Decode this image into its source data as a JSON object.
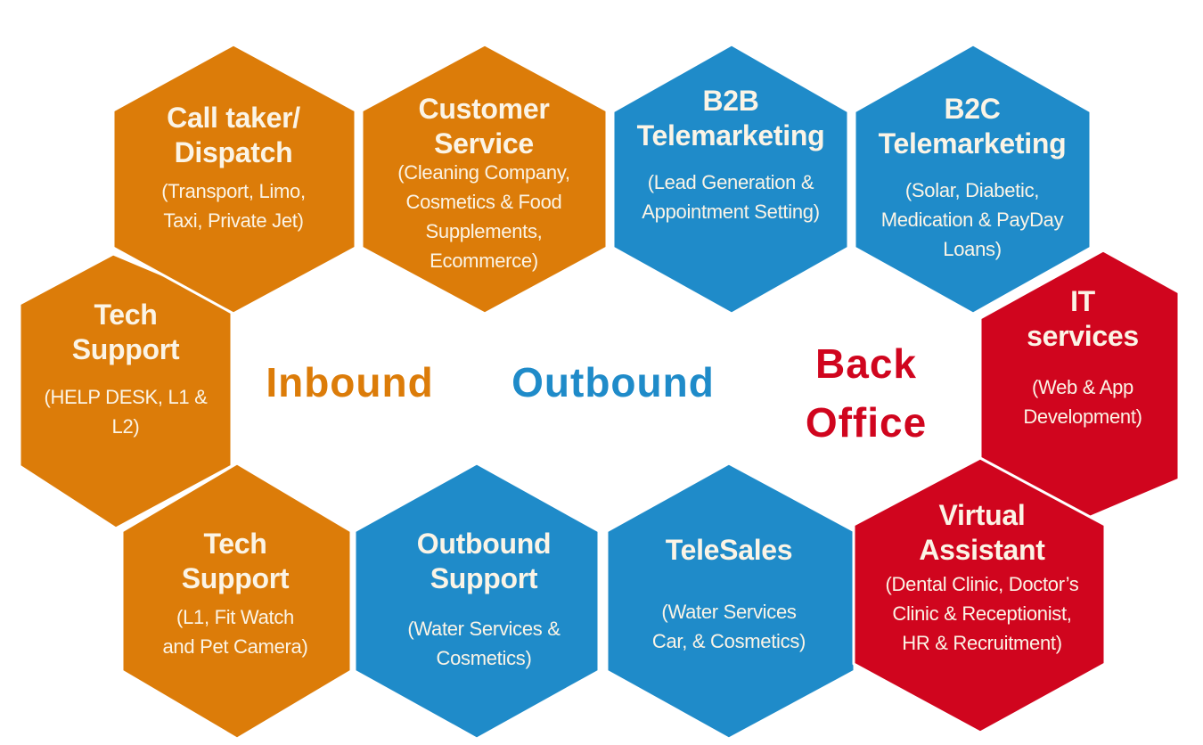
{
  "colors": {
    "inbound": "#dc7c09",
    "outbound": "#1f8bc9",
    "back_office": "#d0051e",
    "text": "#fbf4e6"
  },
  "center_labels": {
    "inbound": "Inbound",
    "outbound": "Outbound",
    "back_office_line1": "Back",
    "back_office_line2": "Office"
  },
  "hexagons": [
    {
      "category": "inbound",
      "title": [
        "Call taker/",
        "Dispatch"
      ],
      "details": [
        "(Transport, Limo,",
        "Taxi, Private Jet)"
      ]
    },
    {
      "category": "inbound",
      "title": [
        "Customer",
        "Service"
      ],
      "details": [
        "(Cleaning Company,",
        "Cosmetics & Food",
        "Supplements,",
        "Ecommerce)"
      ]
    },
    {
      "category": "outbound",
      "title": [
        "B2B",
        "Telemarketing"
      ],
      "details": [
        "(Lead Generation &",
        "Appointment Setting)"
      ]
    },
    {
      "category": "outbound",
      "title": [
        "B2C",
        "Telemarketing"
      ],
      "details": [
        "(Solar, Diabetic,",
        "Medication & PayDay",
        "Loans)"
      ]
    },
    {
      "category": "inbound",
      "title": [
        "Tech",
        "Support"
      ],
      "details": [
        "(HELP DESK, L1 &",
        "L2)"
      ]
    },
    {
      "category": "back_office",
      "title": [
        "IT",
        "services"
      ],
      "details": [
        "(Web & App",
        "Development)"
      ]
    },
    {
      "category": "inbound",
      "title": [
        "Tech",
        "Support"
      ],
      "details": [
        "(L1, Fit Watch",
        "and Pet Camera)"
      ]
    },
    {
      "category": "outbound",
      "title": [
        "Outbound",
        "Support"
      ],
      "details": [
        "(Water Services &",
        "Cosmetics)"
      ]
    },
    {
      "category": "outbound",
      "title": [
        "TeleSales"
      ],
      "details": [
        "(Water Services",
        "Car, & Cosmetics)"
      ]
    },
    {
      "category": "back_office",
      "title": [
        "Virtual",
        "Assistant"
      ],
      "details": [
        "(Dental Clinic, Doctor’s",
        "Clinic & Receptionist,",
        "HR & Recruitment)"
      ]
    }
  ]
}
